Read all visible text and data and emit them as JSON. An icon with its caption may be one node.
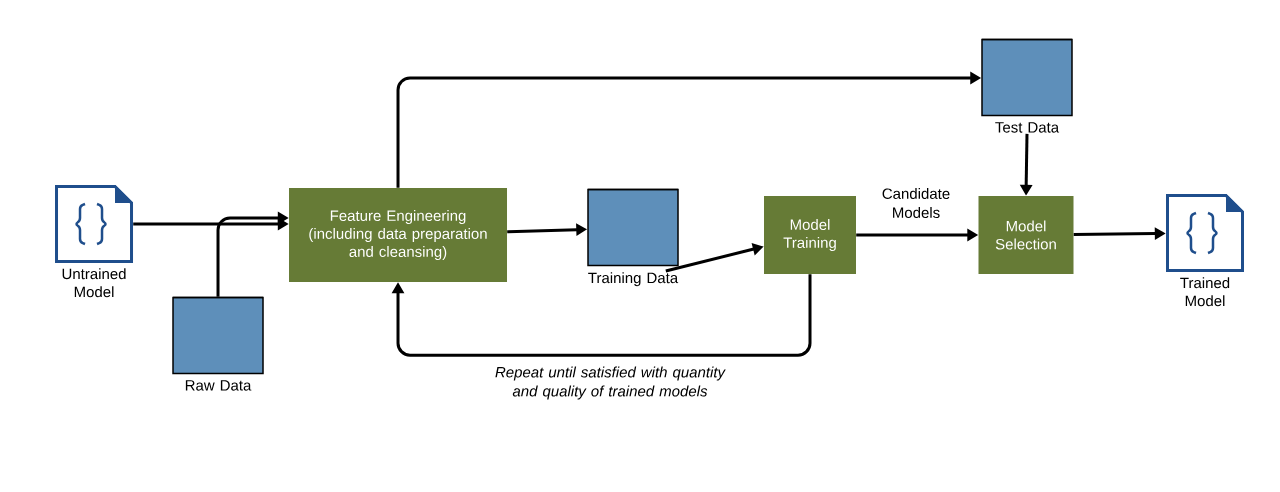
{
  "diagram": {
    "nodes": [
      {
        "text": [
          "Untrained Model"
        ]
      },
      {
        "text": [
          "Raw Data"
        ]
      },
      {
        "text": [
          "Feature Engineering",
          "(including data preparation and cleansing)"
        ]
      },
      {
        "text": [
          "Training Data"
        ]
      },
      {
        "text": [
          "Model Training"
        ]
      },
      {
        "text": [
          "Test Data"
        ]
      },
      {
        "text": [
          "Model Selection"
        ]
      },
      {
        "text": [
          "Trained Model"
        ]
      }
    ],
    "edges": [
      {
        "from": 0,
        "to": 2,
        "arrow": "to"
      },
      {
        "from": 1,
        "to": 2,
        "arrow": "to"
      },
      {
        "from": 2,
        "to": 5,
        "arrow": "to"
      },
      {
        "from": 2,
        "to": 3,
        "arrow": "to"
      },
      {
        "from": 3,
        "to": 4,
        "arrow": "to"
      },
      {
        "from": 4,
        "to": 2,
        "arrow": "to",
        "label": "Repeat until satisfied with quantity and quality of trained models"
      },
      {
        "from": 4,
        "to": 6,
        "arrow": "to",
        "label": "Candidate Models"
      },
      {
        "from": 5,
        "to": 6,
        "arrow": "to"
      },
      {
        "from": 6,
        "to": 7,
        "arrow": "to"
      }
    ]
  }
}
